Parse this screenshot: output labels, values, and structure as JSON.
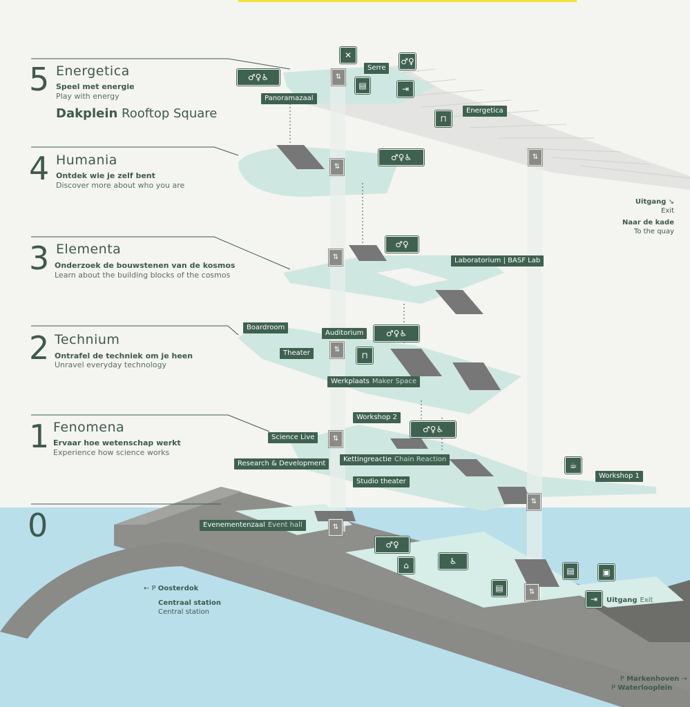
{
  "levels": [
    {
      "num": "5",
      "title": "Energetica",
      "sub": "Speel met energie",
      "en": "Play with energy"
    },
    {
      "num": "4",
      "title": "Humania",
      "sub": "Ontdek wie je zelf bent",
      "en": "Discover more about who you are"
    },
    {
      "num": "3",
      "title": "Elementa",
      "sub": "Onderzoek de bouwstenen van de kosmos",
      "en": "Learn about the building blocks of the cosmos"
    },
    {
      "num": "2",
      "title": "Technium",
      "sub": "Ontrafel de techniek om je heen",
      "en": "Unravel everyday technology"
    },
    {
      "num": "1",
      "title": "Fenomena",
      "sub": "Ervaar hoe wetenschap werkt",
      "en": "Experience how science works"
    },
    {
      "num": "0"
    }
  ],
  "roof": {
    "nl": "Dakplein",
    "en": "Rooftop Square"
  },
  "tags": {
    "panoramazaal": "Panoramazaal",
    "serre": "Serre",
    "energetica": "Energetica",
    "laboratorium": "Laboratorium | BASF Lab",
    "boardroom": "Boardroom",
    "auditorium": "Auditorium",
    "theater": "Theater",
    "werkplaats_nl": "Werkplaats",
    "werkplaats_en": "Maker Space",
    "workshop2": "Workshop 2",
    "science_live": "Science Live",
    "kettingreactie_nl": "Kettingreactie",
    "kettingreactie_en": "Chain Reaction",
    "research": "Research & Development",
    "studio_theater": "Studio theater",
    "workshop1": "Workshop 1",
    "evenementenzaal_nl": "Evenementenzaal",
    "evenementenzaal_en": "Event hall",
    "uitgang_nl": "Uitgang",
    "uitgang_en": "Exit"
  },
  "side": {
    "uitgang_nl": "Uitgang",
    "uitgang_en": "Exit",
    "kade_nl": "Naar de kade",
    "kade_en": "To the quay"
  },
  "bottom": {
    "oosterdok": "Oosterdok",
    "centraal_nl": "Centraal station",
    "centraal_en": "Central station",
    "markenhoven": "Markenhoven",
    "waterlooplein": "Waterlooplein"
  },
  "icons": {
    "parking": "P",
    "arrow_left": "←",
    "arrow_right": "→",
    "exit_arrow": "↘"
  },
  "colors": {
    "accent": "#3f6150",
    "floor": "#cfe8e2",
    "water": "#b7dde9",
    "ground": "#8d8d8a"
  }
}
